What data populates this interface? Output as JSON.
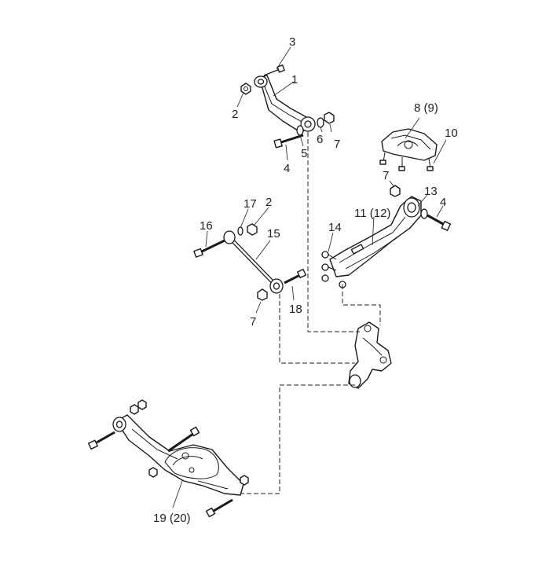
{
  "diagram": {
    "callouts": [
      {
        "id": "c3",
        "text": "3"
      },
      {
        "id": "c1",
        "text": "1"
      },
      {
        "id": "c2a",
        "text": "2"
      },
      {
        "id": "c6",
        "text": "6"
      },
      {
        "id": "c7a",
        "text": "7"
      },
      {
        "id": "c5",
        "text": "5"
      },
      {
        "id": "c4a",
        "text": "4"
      },
      {
        "id": "c89",
        "text": "8 (9)"
      },
      {
        "id": "c10",
        "text": "10"
      },
      {
        "id": "c7b",
        "text": "7"
      },
      {
        "id": "c13",
        "text": "13"
      },
      {
        "id": "c4b",
        "text": "4"
      },
      {
        "id": "c1112",
        "text": "11 (12)"
      },
      {
        "id": "c14",
        "text": "14"
      },
      {
        "id": "c16",
        "text": "16"
      },
      {
        "id": "c17",
        "text": "17"
      },
      {
        "id": "c2b",
        "text": "2"
      },
      {
        "id": "c15",
        "text": "15"
      },
      {
        "id": "c7c",
        "text": "7"
      },
      {
        "id": "c18",
        "text": "18"
      },
      {
        "id": "c1920",
        "text": "19 (20)"
      }
    ]
  }
}
